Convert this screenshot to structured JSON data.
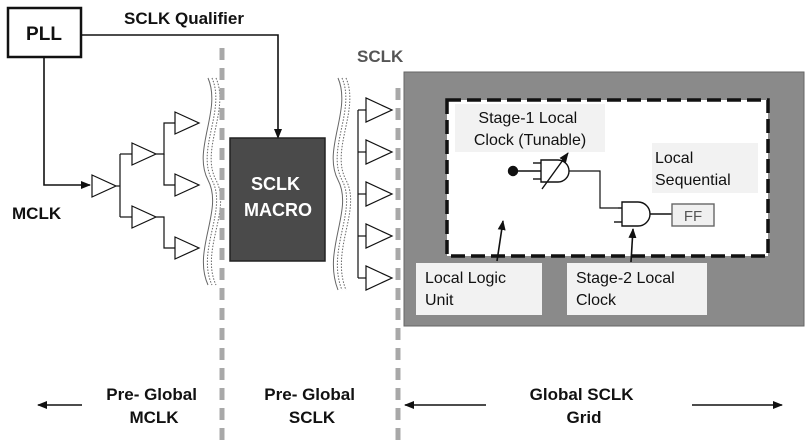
{
  "blocks": {
    "pll": "PLL",
    "sclk_qualifier": "SCLK Qualifier",
    "mclk": "MCLK",
    "sclk_top": "SCLK",
    "sclk_macro": [
      "SCLK",
      "MACRO"
    ],
    "stage1": [
      "Stage-1 Local",
      "Clock (Tunable)"
    ],
    "local_sequential": [
      "Local",
      "Sequential"
    ],
    "ff": "FF",
    "local_logic_unit": [
      "Local Logic",
      "Unit"
    ],
    "stage2": [
      "Stage-2 Local",
      "Clock"
    ]
  },
  "regions": {
    "pre_global_mclk": [
      "Pre- Global",
      "MCLK"
    ],
    "pre_global_sclk": [
      "Pre- Global",
      "SCLK"
    ],
    "global_sclk_grid": [
      "Global SCLK",
      "Grid"
    ]
  },
  "colors": {
    "grid_fill": "#8a8a8a",
    "macro_fill": "#4a4a4a",
    "divider": "#a8a8a8",
    "line": "#111111"
  }
}
